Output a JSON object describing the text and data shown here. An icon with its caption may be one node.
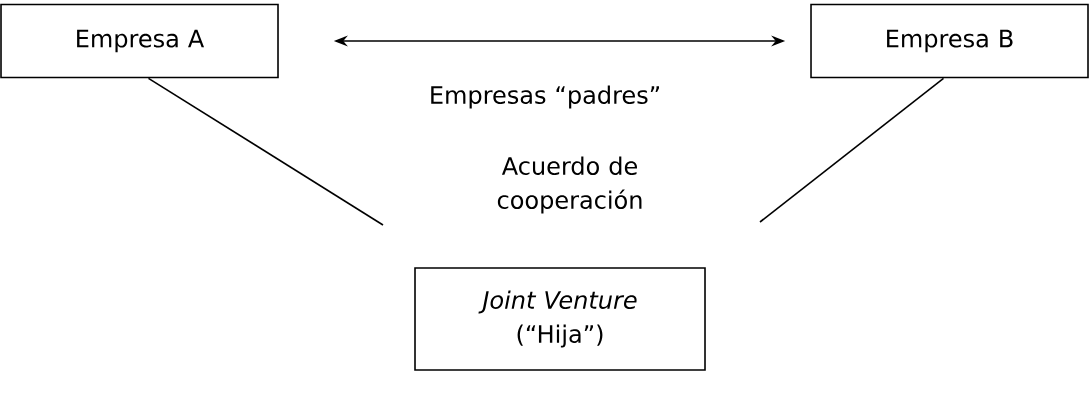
{
  "diagram": {
    "nodes": [
      {
        "text": [
          "Empresa A"
        ]
      },
      {
        "text": [
          "Empresa B"
        ]
      },
      {
        "text": [
          "*Joint Venture* (“Hija”)"
        ]
      }
    ],
    "edges": [
      {
        "from": 0,
        "to": 1,
        "arrow": "both"
      },
      {
        "from": 0,
        "to": null,
        "arrow": "none"
      },
      {
        "from": 1,
        "to": null,
        "arrow": "none"
      }
    ],
    "labels": [
      "Empresas “padres”",
      "Acuerdo de cooperación"
    ]
  }
}
